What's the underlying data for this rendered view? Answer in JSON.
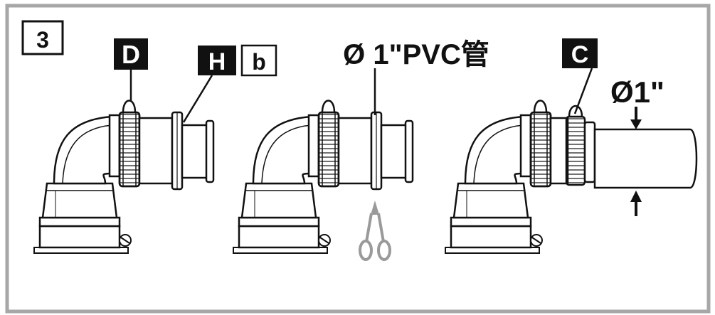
{
  "step": {
    "number": "3"
  },
  "labels": {
    "part_d": "D",
    "part_h": "H",
    "part_b": "b",
    "part_c": "C",
    "pipe_size": "Ø 1\"PVC管",
    "pipe_diameter": "Ø1\""
  },
  "colors": {
    "frame": "#a7a7a7",
    "ink": "#111111",
    "label_bg": "#111111",
    "label_fg": "#ffffff",
    "scissors": "#9a9a9a"
  },
  "icons": [
    "scissors-icon",
    "arrow-down-icon",
    "arrow-up-icon"
  ]
}
